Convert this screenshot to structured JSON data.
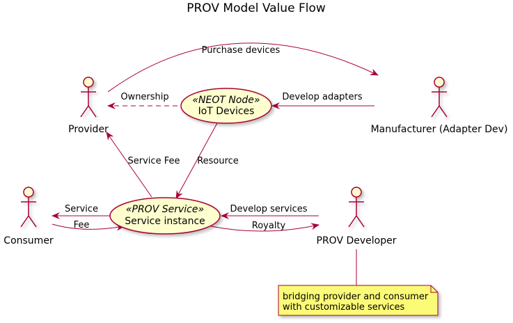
{
  "title": "PROV Model Value Flow",
  "colors": {
    "line": "#A80036",
    "usecase_fill": "#FEFECE",
    "note_fill": "#FBFB77"
  },
  "actors": {
    "provider": "Provider",
    "manufacturer": "Manufacturer (Adapter Dev)",
    "consumer": "Consumer",
    "developer": "PROV Developer"
  },
  "usecases": {
    "iot": {
      "stereotype": "«NEOT Node»",
      "name": "IoT Devices"
    },
    "service": {
      "stereotype": "«PROV Service»",
      "name": "Service instance"
    }
  },
  "edges": {
    "purchase": "Purchase devices",
    "ownership": "Ownership",
    "develop_adapters": "Develop adapters",
    "service_fee": "Service Fee",
    "resource": "Resource",
    "service": "Service",
    "fee": "Fee",
    "develop_services": "Develop services",
    "royalty": "Royalty"
  },
  "note": {
    "line1": "bridging provider and consumer",
    "line2": "with customizable services"
  }
}
